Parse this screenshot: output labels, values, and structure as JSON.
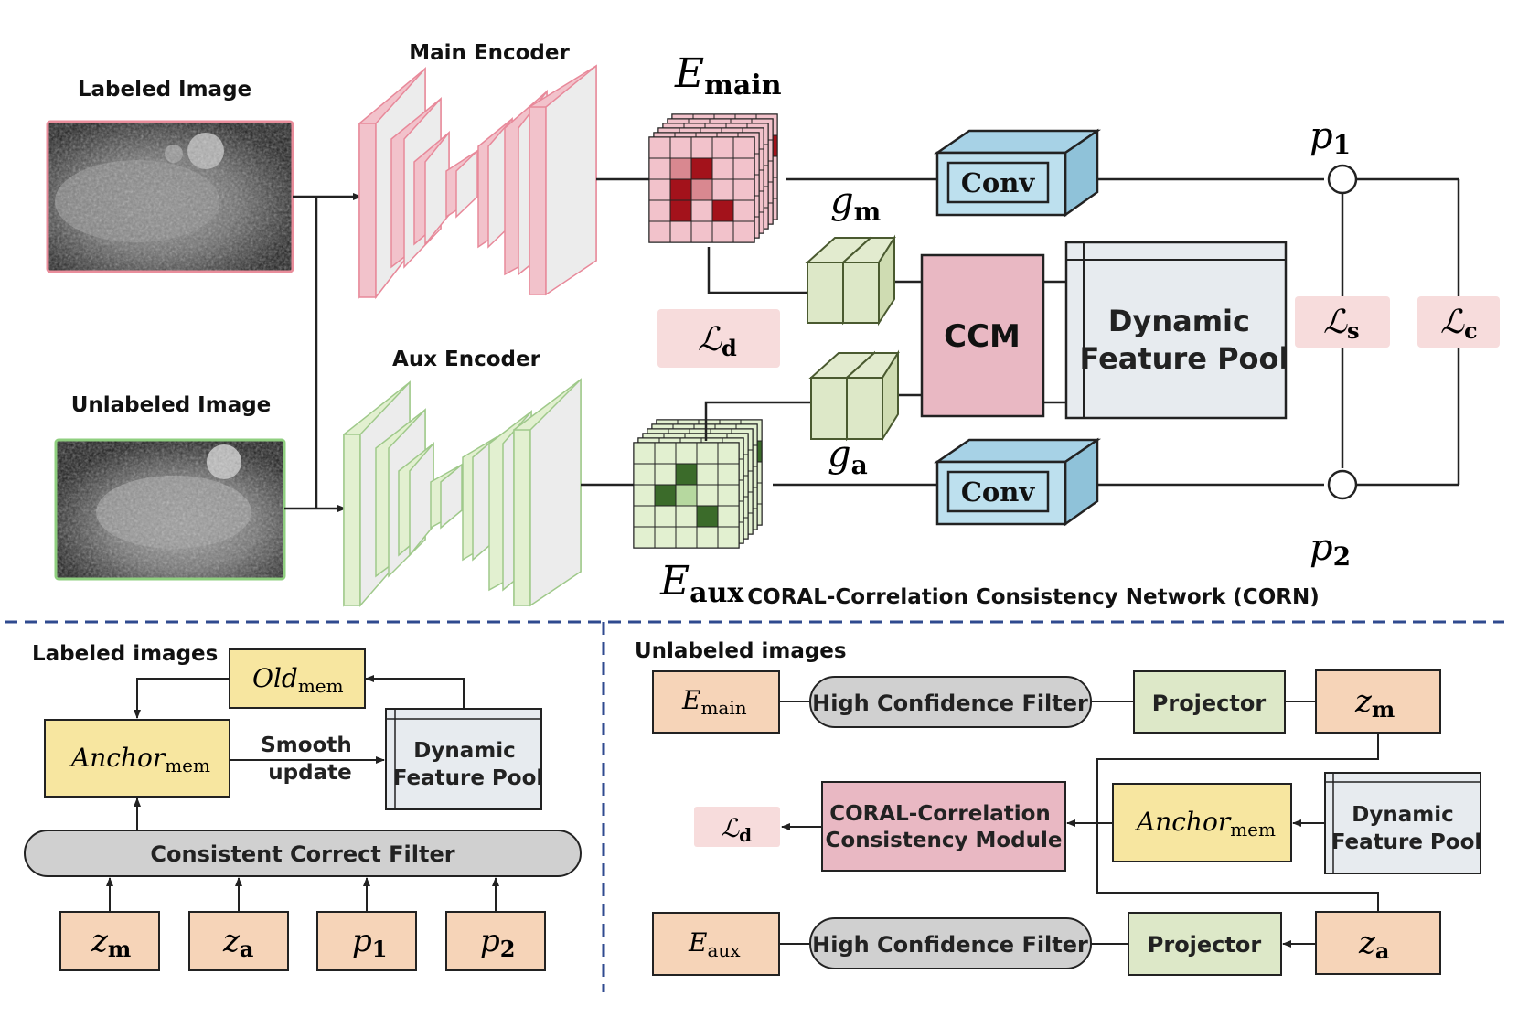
{
  "top": {
    "labeled_image_title": "Labeled Image",
    "unlabeled_image_title": "Unlabeled Image",
    "main_encoder_title": "Main Encoder",
    "aux_encoder_title": "Aux Encoder",
    "e_main": {
      "base": "E",
      "sub": "main"
    },
    "e_aux": {
      "base": "E",
      "sub": "aux"
    },
    "g_m": {
      "base": "g",
      "sub": "m"
    },
    "g_a": {
      "base": "g",
      "sub": "a"
    },
    "conv_label": "Conv",
    "ccm_label": "CCM",
    "pool_line1": "Dynamic",
    "pool_line2": "Feature Pool",
    "p1": {
      "base": "p",
      "sub": "1"
    },
    "p2": {
      "base": "p",
      "sub": "2"
    },
    "loss_d": {
      "base": "ℒ",
      "sub": "d"
    },
    "loss_s": {
      "base": "ℒ",
      "sub": "s"
    },
    "loss_c": {
      "base": "ℒ",
      "sub": "c"
    },
    "network_title": "CORAL-Correlation Consistency Network (CORN)"
  },
  "bottom_left": {
    "title": "Labeled images",
    "old_mem": {
      "base": "Old",
      "sub": "mem"
    },
    "anchor_mem": {
      "base": "Anchor",
      "sub": "mem"
    },
    "smooth_line1": "Smooth",
    "smooth_line2": "update",
    "pool_line1": "Dynamic",
    "pool_line2": "Feature Pool",
    "filter_label": "Consistent Correct Filter",
    "inputs": [
      {
        "base": "z",
        "sub": "m"
      },
      {
        "base": "z",
        "sub": "a"
      },
      {
        "base": "p",
        "sub": "1"
      },
      {
        "base": "p",
        "sub": "2"
      }
    ]
  },
  "bottom_right": {
    "title": "Unlabeled images",
    "e_main": {
      "base": "E",
      "sub": "main"
    },
    "e_aux": {
      "base": "E",
      "sub": "aux"
    },
    "filter_label": "High Confidence Filter",
    "projector_label": "Projector",
    "z_m": {
      "base": "z",
      "sub": "m"
    },
    "z_a": {
      "base": "z",
      "sub": "a"
    },
    "anchor_mem": {
      "base": "Anchor",
      "sub": "mem"
    },
    "pool_line1": "Dynamic",
    "pool_line2": "Feature Pool",
    "module_line1": "CORAL-Correlation",
    "module_line2": "Consistency Module",
    "loss_d": {
      "base": "ℒ",
      "sub": "d"
    }
  },
  "colors": {
    "pink_fill": "#f2c2cb",
    "pink_edge": "#e8899a",
    "green_fill": "#e2f0d0",
    "green_edge": "#9fc98a",
    "dark_red": "#a3121b",
    "dark_green": "#3b6b2a",
    "conv_blue": "#bde0ee",
    "ccm_pink": "#e9b8c3",
    "pool_gray": "#e7ebef",
    "peach": "#f6d4b8",
    "yellow": "#f7e6a0",
    "proj_green": "#dde8c8",
    "filter_gray": "#d0d0d0",
    "loss_pink": "#f7dcdc",
    "divider_blue": "#2f4a8f"
  }
}
